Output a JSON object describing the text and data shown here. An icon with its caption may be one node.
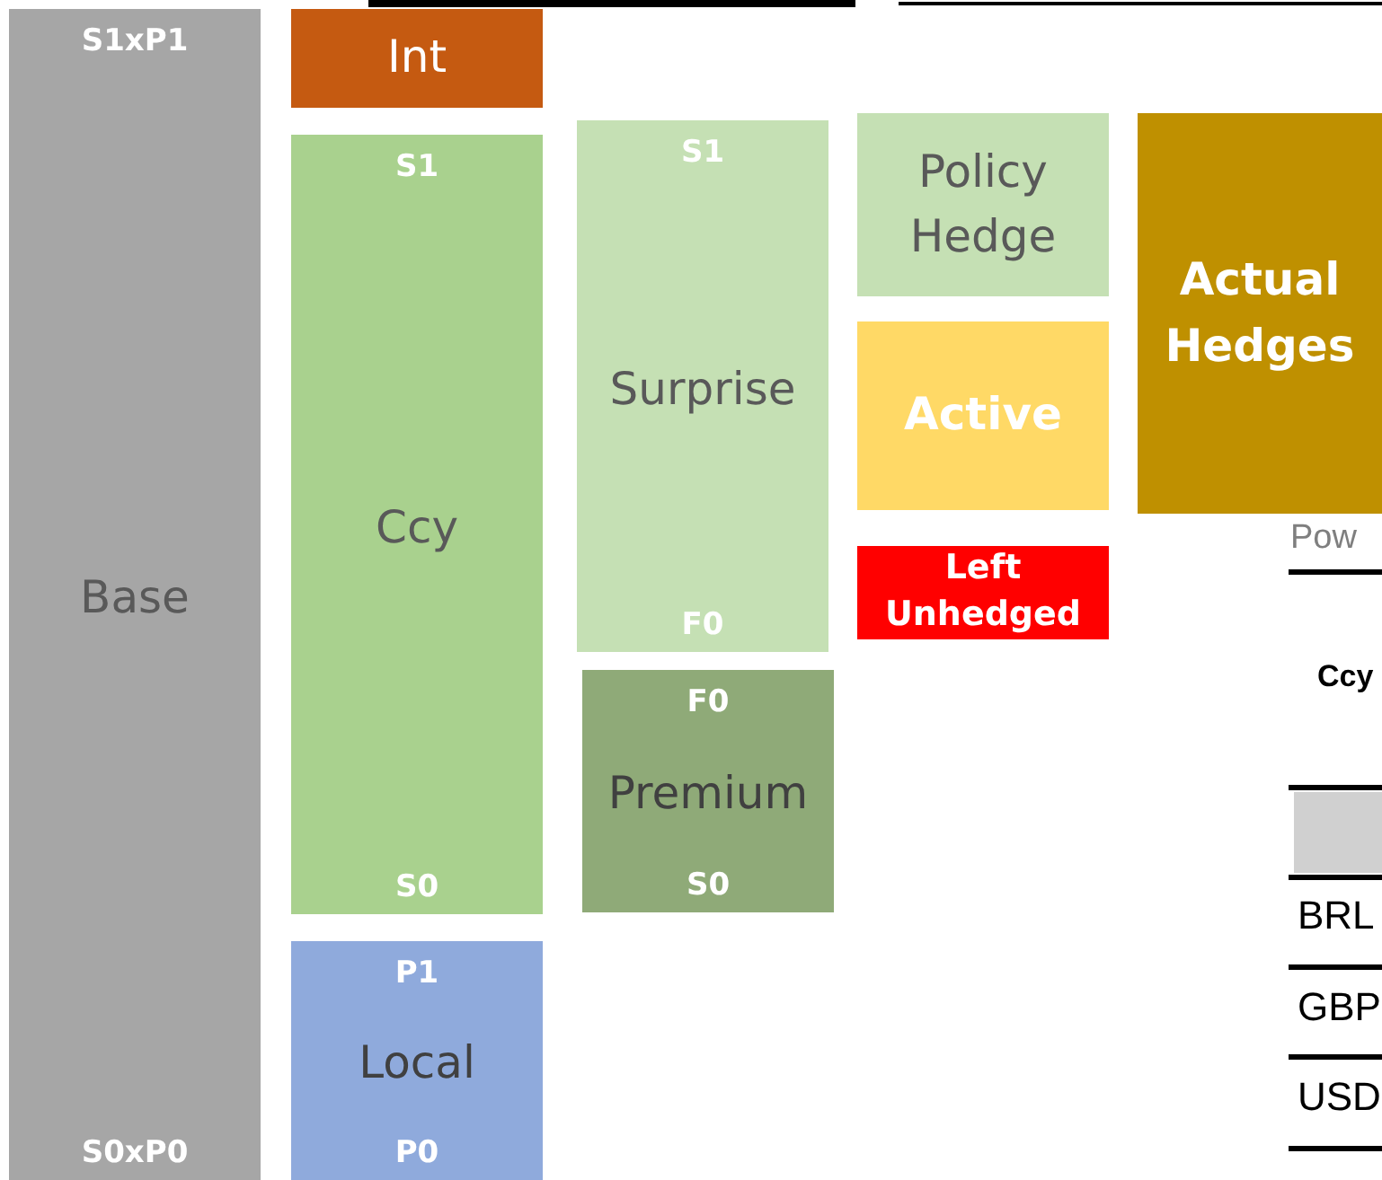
{
  "diagram": {
    "nodes": [
      {
        "text": [
          "S1xP1",
          "Base",
          "S0xP0"
        ]
      },
      {
        "text": [
          "Int"
        ]
      },
      {
        "text": [
          "S1",
          "Ccy",
          "S0"
        ]
      },
      {
        "text": [
          "P1",
          "Local",
          "P0"
        ]
      },
      {
        "text": [
          "S1",
          "Surprise",
          "F0"
        ]
      },
      {
        "text": [
          "F0",
          "Premium",
          "S0"
        ]
      },
      {
        "text": [
          "Policy Hedge"
        ]
      },
      {
        "text": [
          "Active"
        ]
      },
      {
        "text": [
          "Left Unhedged"
        ]
      },
      {
        "text": [
          "Actual Hedges"
        ]
      }
    ],
    "edges": [],
    "labels": [
      "Pow",
      "Ccy",
      "BRL",
      "GBP",
      "USD"
    ]
  }
}
